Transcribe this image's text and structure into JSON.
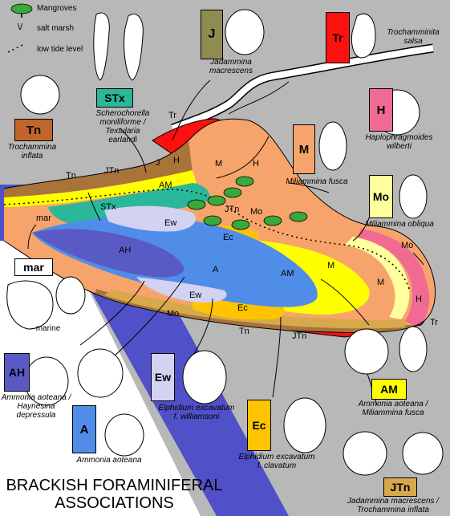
{
  "legend": {
    "mangroves": "Mangroves",
    "salt_marsh": "salt marsh",
    "low_tide": "low tide level"
  },
  "title": {
    "line1": "BRACKISH FORAMINIFERAL",
    "line2": "ASSOCIATIONS"
  },
  "associations": {
    "STx": {
      "code": "STx",
      "caption1": "Scherochorella",
      "caption2": "moniliforme /",
      "caption3": "Textularia",
      "caption4": "earlandi",
      "color": "#2ab79a"
    },
    "J": {
      "code": "J",
      "caption1": "Jadammina",
      "caption2": "macrescens",
      "color": "#8f8b52"
    },
    "Tr": {
      "code": "Tr",
      "caption1": "Trochamminita",
      "caption2": "salsa",
      "color": "#ff1010"
    },
    "Tn": {
      "code": "Tn",
      "caption1": "Trochammina",
      "caption2": "inflata",
      "color": "#c0662a"
    },
    "H": {
      "code": "H",
      "caption1": "Haplophragmoides",
      "caption2": "wilberti",
      "color": "#f06a94"
    },
    "M": {
      "code": "M",
      "caption1": "Miliammina fusca",
      "color": "#f7a46c"
    },
    "Mo": {
      "code": "Mo",
      "caption1": "Miliammina obliqua",
      "color": "#ffff9e"
    },
    "mar": {
      "code": "mar",
      "caption1": "marine",
      "color": "#ffffff"
    },
    "AH": {
      "code": "AH",
      "caption1": "Ammonia aoteana /",
      "caption2": "Haynesina",
      "caption3": "depressula",
      "color": "#5a5ac4"
    },
    "A": {
      "code": "A",
      "caption1": "Ammonia aoteana",
      "color": "#4f8de8"
    },
    "Ew": {
      "code": "Ew",
      "caption1": "Elphidium excavatum",
      "caption2": "f. williamsoni",
      "color": "#d2d2f2"
    },
    "Ec": {
      "code": "Ec",
      "caption1": "Elphidium excavatum",
      "caption2": "f. clavatum",
      "color": "#ffc400"
    },
    "AM": {
      "code": "AM",
      "caption1": "Ammonia aoteana /",
      "caption2": "Miliammina fusca",
      "color": "#ffff00"
    },
    "JTn": {
      "code": "JTn",
      "caption1": "Jadammina macrescens /",
      "caption2": "Trochammina inflata",
      "color": "#d7a84c"
    }
  },
  "zone_labels": {
    "tr_top": "Tr",
    "tn_left": "Tn",
    "jtn_top": "JTn",
    "j_top": "J",
    "h_top": "H",
    "am_top": "AM",
    "m_top": "M",
    "h_right_top": "H",
    "stx_mid": "STx",
    "jtn_mid": "JTn",
    "mo_mid": "Mo",
    "ew_mid": "Ew",
    "ec_mid": "Ec",
    "mar_mid": "mar",
    "ah_mid": "AH",
    "a_mid": "A",
    "am_mid": "AM",
    "m_mid": "M",
    "mo_right": "Mo",
    "m_right": "M",
    "h_right": "H",
    "tr_right": "Tr",
    "ew_low": "Ew",
    "ec_low": "Ec",
    "mo_low": "Mo",
    "tn_low": "Tn",
    "jtn_low": "JTn"
  },
  "colors": {
    "background": "#b8b8b8",
    "marine_band": "#5050c8",
    "land": "#ffffff"
  }
}
